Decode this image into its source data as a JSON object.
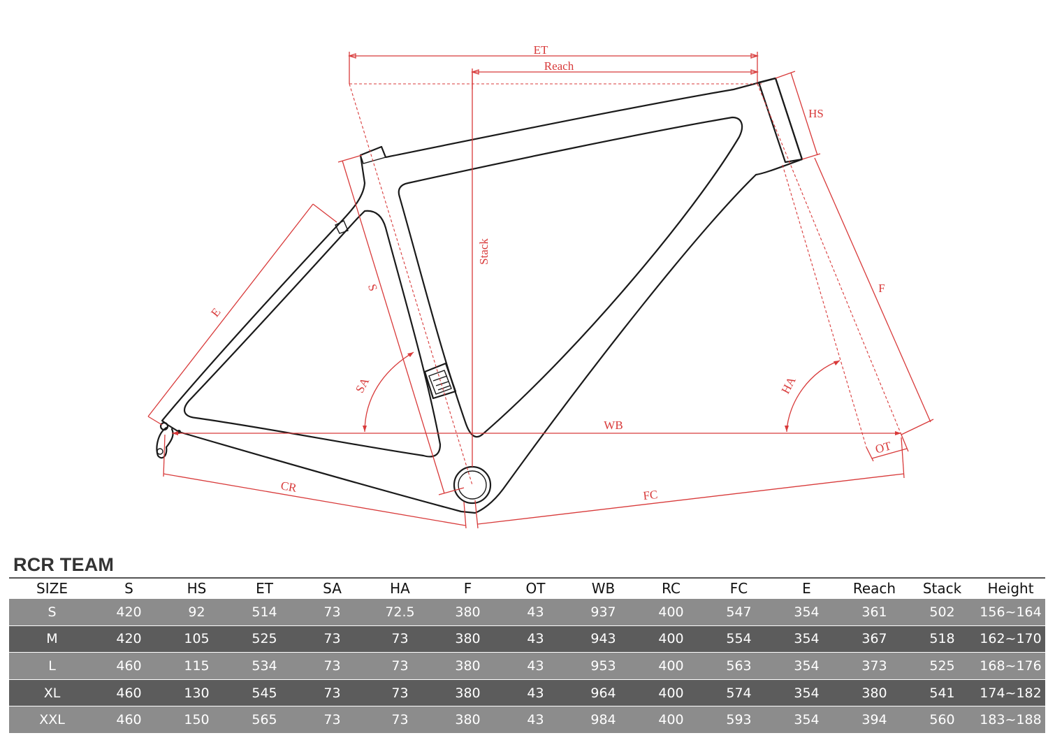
{
  "diagram": {
    "labels": {
      "et": "ET",
      "reach": "Reach",
      "hs": "HS",
      "stack": "Stack",
      "s": "S",
      "e": "E",
      "f": "F",
      "sa": "SA",
      "ha": "HA",
      "wb": "WB",
      "ot": "OT",
      "cr": "CR",
      "fc": "FC"
    },
    "colors": {
      "frame": "#1a1a1a",
      "dimension": "#d83a3a"
    }
  },
  "table": {
    "title": "RCR TEAM",
    "headers": [
      "SIZE",
      "S",
      "HS",
      "ET",
      "SA",
      "HA",
      "F",
      "OT",
      "WB",
      "RC",
      "FC",
      "E",
      "Reach",
      "Stack",
      "Height"
    ],
    "rows": [
      [
        "S",
        "420",
        "92",
        "514",
        "73",
        "72.5",
        "380",
        "43",
        "937",
        "400",
        "547",
        "354",
        "361",
        "502",
        "156~164"
      ],
      [
        "M",
        "420",
        "105",
        "525",
        "73",
        "73",
        "380",
        "43",
        "943",
        "400",
        "554",
        "354",
        "367",
        "518",
        "162~170"
      ],
      [
        "L",
        "460",
        "115",
        "534",
        "73",
        "73",
        "380",
        "43",
        "953",
        "400",
        "563",
        "354",
        "373",
        "525",
        "168~176"
      ],
      [
        "XL",
        "460",
        "130",
        "545",
        "73",
        "73",
        "380",
        "43",
        "964",
        "400",
        "574",
        "354",
        "380",
        "541",
        "174~182"
      ],
      [
        "XXL",
        "460",
        "150",
        "565",
        "73",
        "73",
        "380",
        "43",
        "984",
        "400",
        "593",
        "354",
        "394",
        "560",
        "183~188"
      ]
    ],
    "colors": {
      "row_light": "#8c8c8c",
      "row_dark": "#5c5c5c",
      "text": "#ffffff"
    }
  }
}
